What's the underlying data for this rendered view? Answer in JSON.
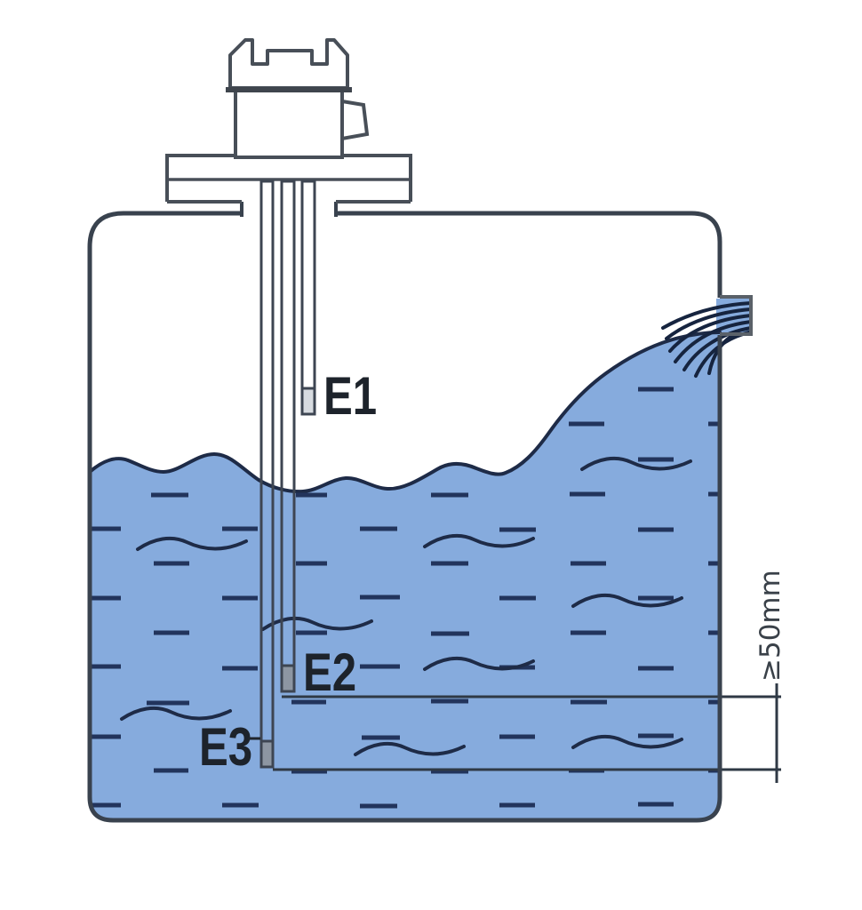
{
  "labels": {
    "e1": "E1",
    "e2": "E2",
    "e3": "E3"
  },
  "dimension": {
    "label": "≥50mm"
  },
  "colors": {
    "liquid": "#86abdd",
    "tank_outline": "#39424e",
    "marks": "#1e2b47",
    "hardware_outline": "#484f58",
    "electrode_tip_gray": "#8d96a2",
    "label_text": "#1d232b",
    "dimension_line": "#2f3945"
  }
}
